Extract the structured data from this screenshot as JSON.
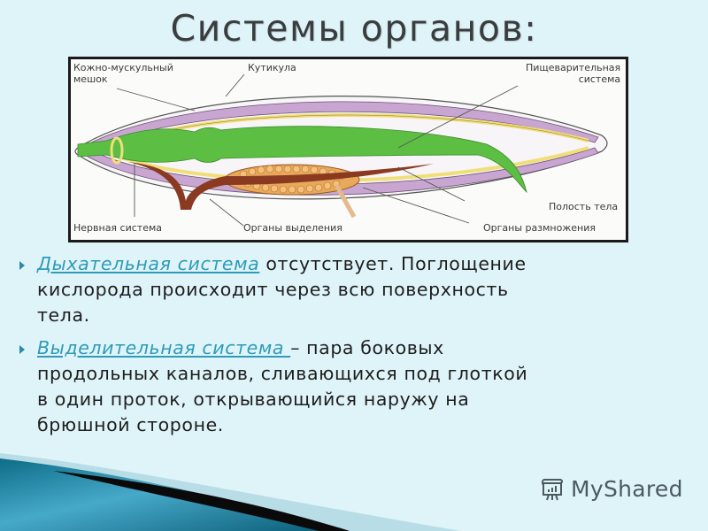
{
  "slide": {
    "title": "Системы органов:"
  },
  "figure": {
    "labels": {
      "skin_muscle_sac_line1": "Кожно-мускульный",
      "skin_muscle_sac_line2": "мешок",
      "cuticle": "Кутикула",
      "digestive_line1": "Пищеварительная",
      "digestive_line2": "система",
      "nervous": "Нервная система",
      "excretory": "Органы выделения",
      "body_cavity": "Полость тела",
      "reproductive": "Органы размножения"
    },
    "colors": {
      "muscle": "#c9a6d1",
      "nerve": "#f1de79",
      "gut": "#5cbf44",
      "excretory": "#8b3a22",
      "gonad": "#e9a95a"
    }
  },
  "bullets": [
    {
      "term": "Дыхательная система",
      "text_line1": " отсутствует. Поглощение",
      "text_line2": "кислорода происходит через всю поверхность",
      "text_line3": "тела."
    },
    {
      "term": "Выделительная система ",
      "text_line1": "– пара боковых",
      "text_line2": "продольных каналов, сливающихся под глоткой",
      "text_line3": "в один проток, открывающийся наружу на",
      "text_line4": "брюшной стороне."
    }
  ],
  "watermark": {
    "brand": "MyShared",
    "icon": "presentation-chart-icon"
  },
  "colors": {
    "background": "#dff4f9",
    "accent": "#2f9bb8",
    "title": "#3a3d3f"
  }
}
